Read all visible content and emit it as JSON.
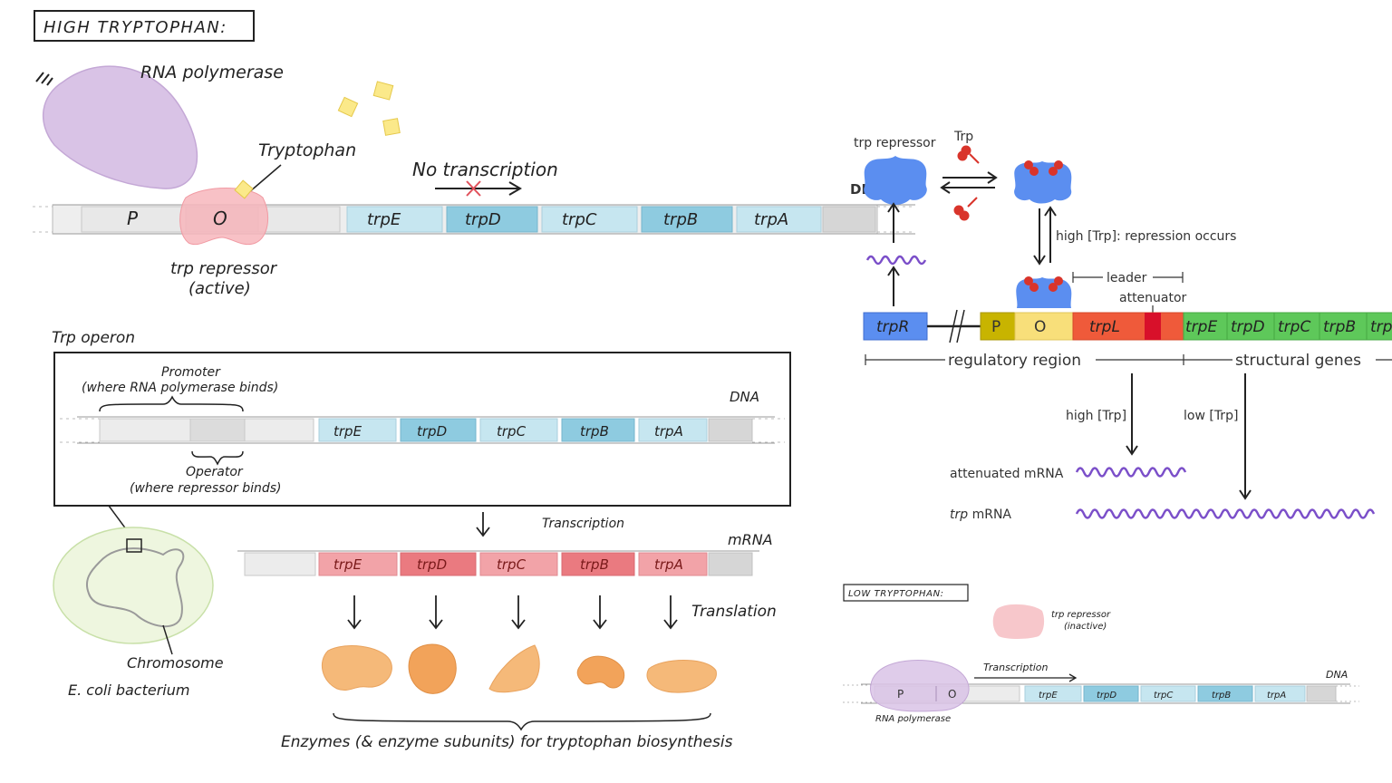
{
  "panel_high": {
    "title": "HIGH TRYPTOPHAN:",
    "rna_polymerase": "RNA polymerase",
    "tryptophan": "Tryptophan",
    "no_transcription": "No transcription",
    "promoter_box": "P",
    "operator_box": "O",
    "genes": [
      "trpE",
      "trpD",
      "trpC",
      "trpB",
      "trpA"
    ],
    "repressor_label_1": "trp repressor",
    "repressor_label_2": "(active)"
  },
  "panel_operon": {
    "title": "Trp operon",
    "promoter_1": "Promoter",
    "promoter_2": "(where RNA polymerase binds)",
    "dna": "DNA",
    "genes": [
      "trpE",
      "trpD",
      "trpC",
      "trpB",
      "trpA"
    ],
    "operator_1": "Operator",
    "operator_2": "(where repressor binds)",
    "transcription": "Transcription",
    "mrna": "mRNA",
    "mrna_genes": [
      "trpE",
      "trpD",
      "trpC",
      "trpB",
      "trpA"
    ],
    "translation": "Translation",
    "chromosome": "Chromosome",
    "bacterium": "E. coli bacterium",
    "enzymes": "Enzymes (& enzyme subunits) for tryptophan biosynthesis"
  },
  "panel_regulation": {
    "trp_repressor": "trp repressor",
    "trp": "Trp",
    "dna_cut": "DI",
    "high_trp_repression": "high [Trp]: repression occurs",
    "leader": "leader",
    "attenuator": "attenuator",
    "trpR": "trpR",
    "p": "P",
    "o": "O",
    "trpL": "trpL",
    "structural_genes_list": [
      "trpE",
      "trpD",
      "trpC",
      "trpB",
      "trp"
    ],
    "regulatory_region": "regulatory region",
    "structural_genes": "structural genes",
    "high_trp": "high [Trp]",
    "low_trp": "low [Trp]",
    "attenuated_mrna": "attenuated mRNA",
    "trp_mrna_italic": "trp",
    "trp_mrna_rest": " mRNA"
  },
  "panel_low": {
    "title": "LOW TRYPTOPHAN:",
    "repressor_1": "trp repressor",
    "repressor_2": "(inactive)",
    "transcription": "Transcription",
    "dna": "DNA",
    "p": "P",
    "o": "O",
    "genes": [
      "trpE",
      "trpD",
      "trpC",
      "trpB",
      "trpA"
    ],
    "rna_polymerase": "RNA polymerase"
  },
  "colors": {
    "gene_blue_light": "#c6e6f0",
    "gene_blue_dark": "#8ecbe0",
    "gene_red_light": "#f2a3a8",
    "gene_red_dark": "#ea7a80",
    "polymerase": "#d9c3e6",
    "repressor_active": "#f7b6bc",
    "tryptophan": "#fbe98a",
    "enzyme": "#f5b979",
    "repressor_blue": "#5b8ef0",
    "trp_red": "#d9342b",
    "wave_purple": "#7b4fc9",
    "structural_green": "#5ec85a",
    "trpL_red": "#ef5a3a",
    "promoter_olive": "#c8b400",
    "operator_yellow": "#f8df7a"
  }
}
